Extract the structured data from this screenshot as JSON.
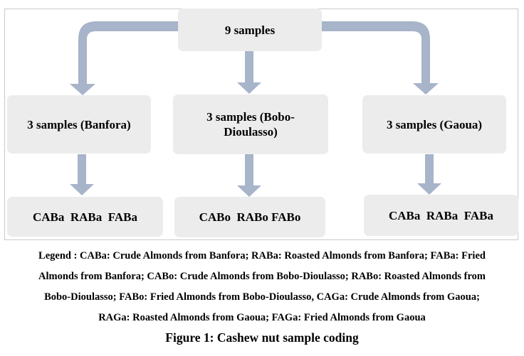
{
  "diagram": {
    "root": "9 samples",
    "groups": [
      {
        "label": "3 samples (Banfora)",
        "codes": "CABa  RABa  FABa"
      },
      {
        "label": "3 samples (Bobo-Dioulasso)",
        "codes": "CABo  RABo FABo"
      },
      {
        "label": "3 samples (Gaoua)",
        "codes": "CABa  RABa  FABa"
      }
    ],
    "colors": {
      "box_fill": "#ececec",
      "arrow_fill": "#a7b4c9",
      "frame_border": "#c9c9c9"
    }
  },
  "legend": {
    "lines": [
      "Legend : CABa: Crude Almonds from Banfora; RABa: Roasted Almonds from Banfora; FABa: Fried",
      "Almonds from Banfora; CABo: Crude Almonds from Bobo-Dioulasso; RABo: Roasted Almonds from",
      "Bobo-Dioulasso; FABo: Fried Almonds from Bobo-Dioulasso, CAGa: Crude Almonds from Gaoua;",
      "RAGa: Roasted Almonds from Gaoua; FAGa: Fried Almonds from Gaoua"
    ]
  },
  "caption": "Figure 1: Cashew nut sample coding"
}
